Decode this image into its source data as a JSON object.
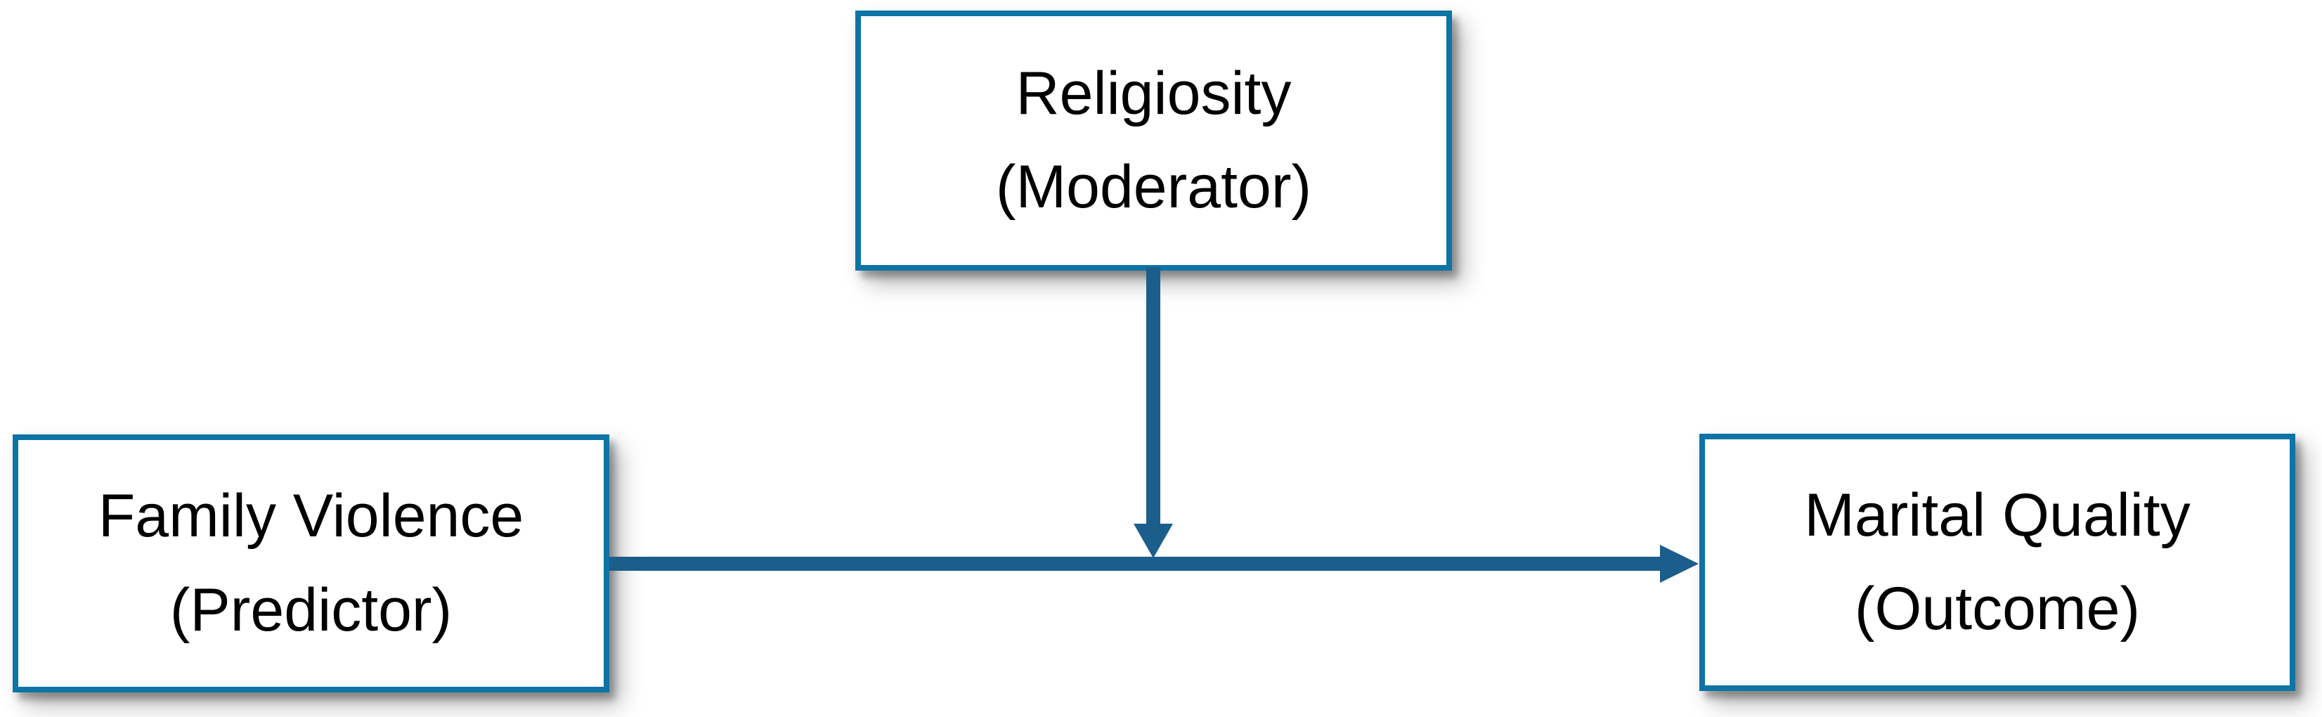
{
  "diagram": {
    "type": "moderation-model",
    "nodes": [
      {
        "id": "predictor",
        "title": "Family Violence",
        "subtitle": "(Predictor)"
      },
      {
        "id": "moderator",
        "title": "Religiosity",
        "subtitle": "(Moderator)"
      },
      {
        "id": "outcome",
        "title": "Marital Quality",
        "subtitle": "(Outcome)"
      }
    ],
    "arrows": [
      {
        "id": "main-effect",
        "from": "predictor",
        "to": "outcome",
        "direction": "right"
      },
      {
        "id": "moderation",
        "from": "moderator",
        "to": "main-effect",
        "direction": "down"
      }
    ]
  },
  "colors": {
    "background": "#FFFFFF",
    "box_border": "#0E73A5",
    "arrow": "#1B5E8C",
    "text": "#000000"
  }
}
